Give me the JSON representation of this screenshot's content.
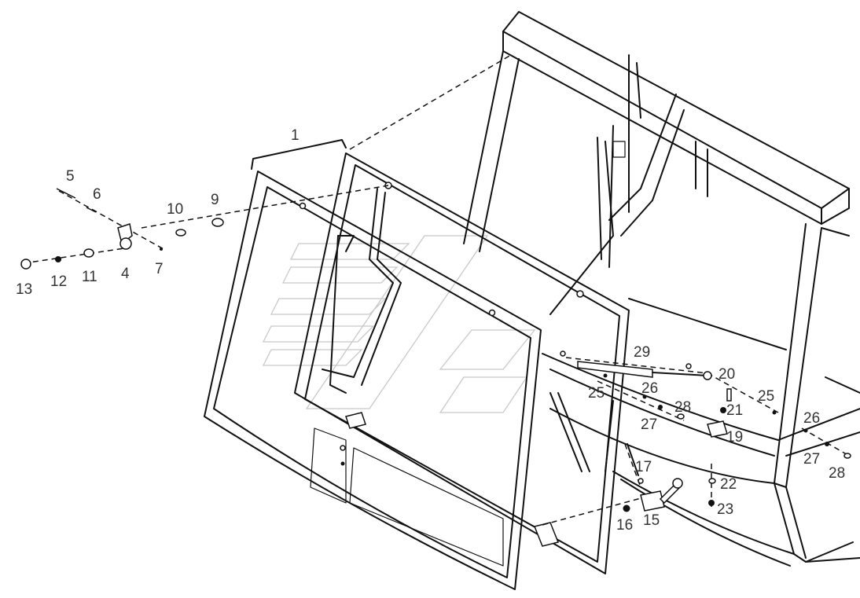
{
  "diagram": {
    "callouts": [
      {
        "id": "c1",
        "text": "1"
      },
      {
        "id": "c5",
        "text": "5"
      },
      {
        "id": "c6",
        "text": "6"
      },
      {
        "id": "c10",
        "text": "10"
      },
      {
        "id": "c9",
        "text": "9"
      },
      {
        "id": "c4",
        "text": "4"
      },
      {
        "id": "c7",
        "text": "7"
      },
      {
        "id": "c11",
        "text": "11"
      },
      {
        "id": "c12",
        "text": "12"
      },
      {
        "id": "c13",
        "text": "13"
      },
      {
        "id": "c29",
        "text": "29"
      },
      {
        "id": "c20",
        "text": "20"
      },
      {
        "id": "c25a",
        "text": "25"
      },
      {
        "id": "c26a",
        "text": "26"
      },
      {
        "id": "c28a",
        "text": "28"
      },
      {
        "id": "c27a",
        "text": "27"
      },
      {
        "id": "c21",
        "text": "21"
      },
      {
        "id": "c19",
        "text": "19"
      },
      {
        "id": "c25b",
        "text": "25"
      },
      {
        "id": "c26b",
        "text": "26"
      },
      {
        "id": "c27b",
        "text": "27"
      },
      {
        "id": "c28b",
        "text": "28"
      },
      {
        "id": "c17",
        "text": "17"
      },
      {
        "id": "c22",
        "text": "22"
      },
      {
        "id": "c23",
        "text": "23"
      },
      {
        "id": "c15",
        "text": "15"
      },
      {
        "id": "c16",
        "text": "16"
      }
    ]
  }
}
